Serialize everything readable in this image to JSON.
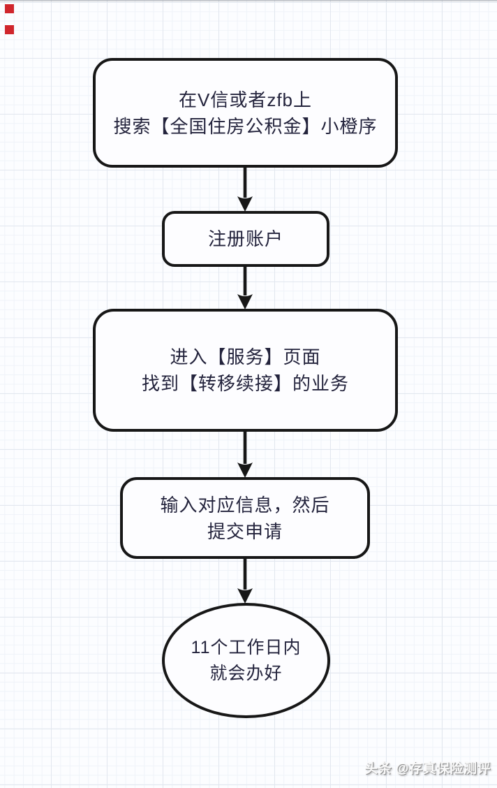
{
  "canvas": {
    "background": "#fcfdff",
    "grid_minor_color": "#eff3f9",
    "grid_major_color": "#e2e7ef",
    "top_edge_color": "#9ba1a8"
  },
  "markers": {
    "color": "#d0262c",
    "items": [
      {
        "name": "red-square-top"
      },
      {
        "name": "red-square-bottom"
      }
    ]
  },
  "flowchart": {
    "stroke_color": "#171717",
    "text_color": "#23233c",
    "node_fill": "#fdfdff",
    "nodes": [
      {
        "id": "search-mini-program",
        "shape": "rounded-rect",
        "lines": [
          "在V信或者zfb上",
          "搜索【全国住房公积金】小橙序"
        ]
      },
      {
        "id": "register-account",
        "shape": "rounded-rect",
        "lines": [
          "注册账户"
        ]
      },
      {
        "id": "find-service",
        "shape": "rounded-rect",
        "lines": [
          "进入【服务】页面",
          "找到【转移续接】的业务"
        ]
      },
      {
        "id": "submit-application",
        "shape": "rounded-rect",
        "lines": [
          "输入对应信息，然后",
          "提交申请"
        ]
      },
      {
        "id": "done",
        "shape": "ellipse",
        "lines": [
          "11个工作日内",
          "就会办好"
        ]
      }
    ],
    "connectors": [
      {
        "from": "search-mini-program",
        "to": "register-account"
      },
      {
        "from": "register-account",
        "to": "find-service"
      },
      {
        "from": "find-service",
        "to": "submit-application"
      },
      {
        "from": "submit-application",
        "to": "done"
      }
    ]
  },
  "watermark": {
    "text": "头条 @存真保险测评",
    "color": "#fafafa",
    "shadow_color": "#8f8f8f"
  }
}
